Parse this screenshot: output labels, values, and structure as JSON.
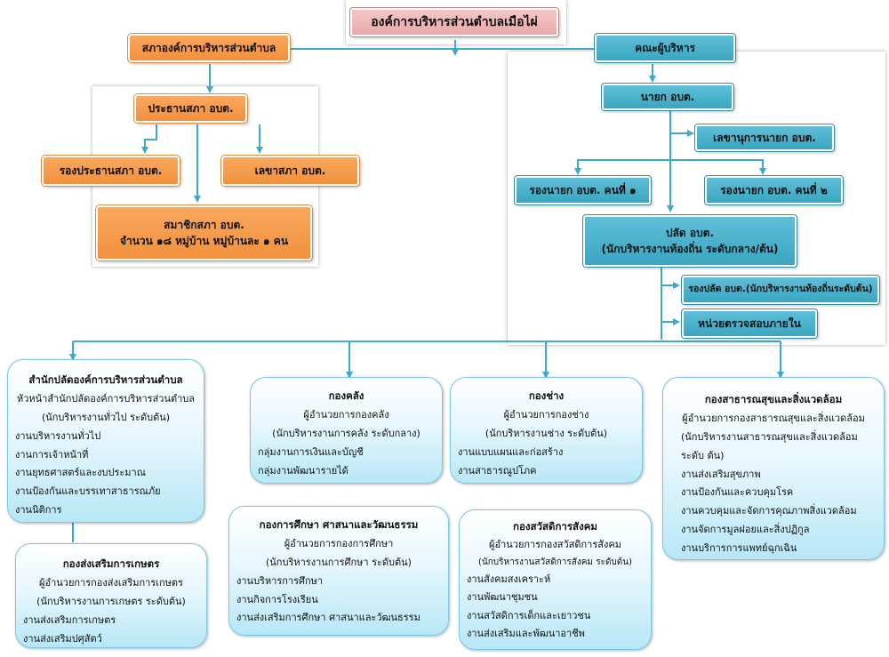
{
  "top": {
    "title": "องค์การบริหารส่วนตำบลเมือไผ่"
  },
  "council": {
    "header": "สภาองค์การบริหารส่วนตำบล",
    "chair": "ประธานสภา อบต.",
    "vice_chair": "รองประธานสภา อบต.",
    "secretary": "เลขาสภา อบต.",
    "members_line1": "สมาชิกสภา อบต.",
    "members_line2": "จำนวน ๑๘ หมู่บ้าน หมู่บ้านละ ๑ คน"
  },
  "executive": {
    "header": "คณะผู้บริหาร",
    "mayor": "นายก อบต.",
    "mayor_secretary": "เลขานุการนายก อบต.",
    "deputy1": "รองนายก อบต. คนที่ ๑",
    "deputy2": "รองนายก อบต. คนที่ ๒",
    "clerk_line1": "ปลัด อบต.",
    "clerk_line2": "(นักบริหารงานท้องถิ่น ระดับกลาง/ต้น)",
    "deputy_clerk": "รองปลัด อบต.(นักบริหารงานท้องถิ่นระดับต้น)",
    "audit": "หน่วยตรวจสอบภายใน"
  },
  "departments": {
    "office": {
      "title": "สำนักปลัดองค์การบริหารส่วนตำบล",
      "head": "หัวหน้าสำนักปลัดองค์การบริหารส่วนตำบล",
      "rank": "(นักบริหารงานทั่วไป ระดับต้น)",
      "items": [
        "งานบริหารงานทั่วไป",
        "งานการเจ้าหน้าที่",
        "งานยุทธศาสตร์และงบประมาณ",
        "งานป้องกันและบรรเทาสาธารณภัย",
        "งานนิติการ"
      ]
    },
    "agriculture": {
      "title": "กองส่งเสริมการเกษตร",
      "head": "ผู้อำนวยการกองส่งเสริมการเกษตร",
      "rank": "(นักบริหารงานการเกษตร ระดับต้น)",
      "items": [
        "งานส่งเสริมการเกษตร",
        "งานส่งเสริมปศุสัตว์"
      ]
    },
    "finance": {
      "title": "กองคลัง",
      "head": "ผู้อำนวยการกองคลัง",
      "rank": "(นักบริหารงานการคลัง ระดับกลาง)",
      "items": [
        "กลุ่มงานการเงินและบัญชี",
        "กลุ่มงานพัฒนารายได้"
      ]
    },
    "education": {
      "title": "กองการศึกษา ศาสนาและวัฒนธรรม",
      "head": "ผู้อำนวยการกองการศึกษา",
      "rank": "(นักบริหารงานการศึกษา ระดับต้น)",
      "items": [
        "งานบริหารการศึกษา",
        "งานกิจการโรงเรียน",
        "งานส่งเสริมการศึกษา ศาสนาและวัฒนธรรม"
      ]
    },
    "engineering": {
      "title": "กองช่าง",
      "head": "ผู้อำนวยการกองช่าง",
      "rank": "(นักบริหารงานช่าง ระดับต้น)",
      "items": [
        "งานแบบแผนและก่อสร้าง",
        "งานสาธารณูปโภค"
      ]
    },
    "welfare": {
      "title": "กองสวัสดิการสังคม",
      "head": "ผู้อำนวยการกองสวัสดิการสังคม",
      "rank": "(นักบริหารงานสวัสดิการสังคม ระดับต้น)",
      "items": [
        "งานสังคมสงเคราะห์",
        "งานพัฒนาชุมชน",
        "งานสวัสดิการเด็กและเยาวชน",
        "งานส่งเสริมและพัฒนาอาชีพ"
      ]
    },
    "health": {
      "title": "กองสาธารณสุขและสิ่งแวดล้อม",
      "head": "ผู้อำนวยการกองสาธารณสุขและสิ่งแวดล้อม",
      "rank_line1": "(นักบริหารงานสาธารณสุขและสิ่งแวดล้อม",
      "rank_line2": "ระดับ ต้น)",
      "items": [
        "งานส่งเสริมสุขภาพ",
        "งานป้องกันและควบคุมโรค",
        "งานควบคุมและจัดการคุณภาพสิ่งแวดล้อม",
        "งานจัดการมูลฝอยและสิ่งปฏิกูล",
        "งานบริการการแพทย์ฉุกเฉิน"
      ]
    }
  }
}
